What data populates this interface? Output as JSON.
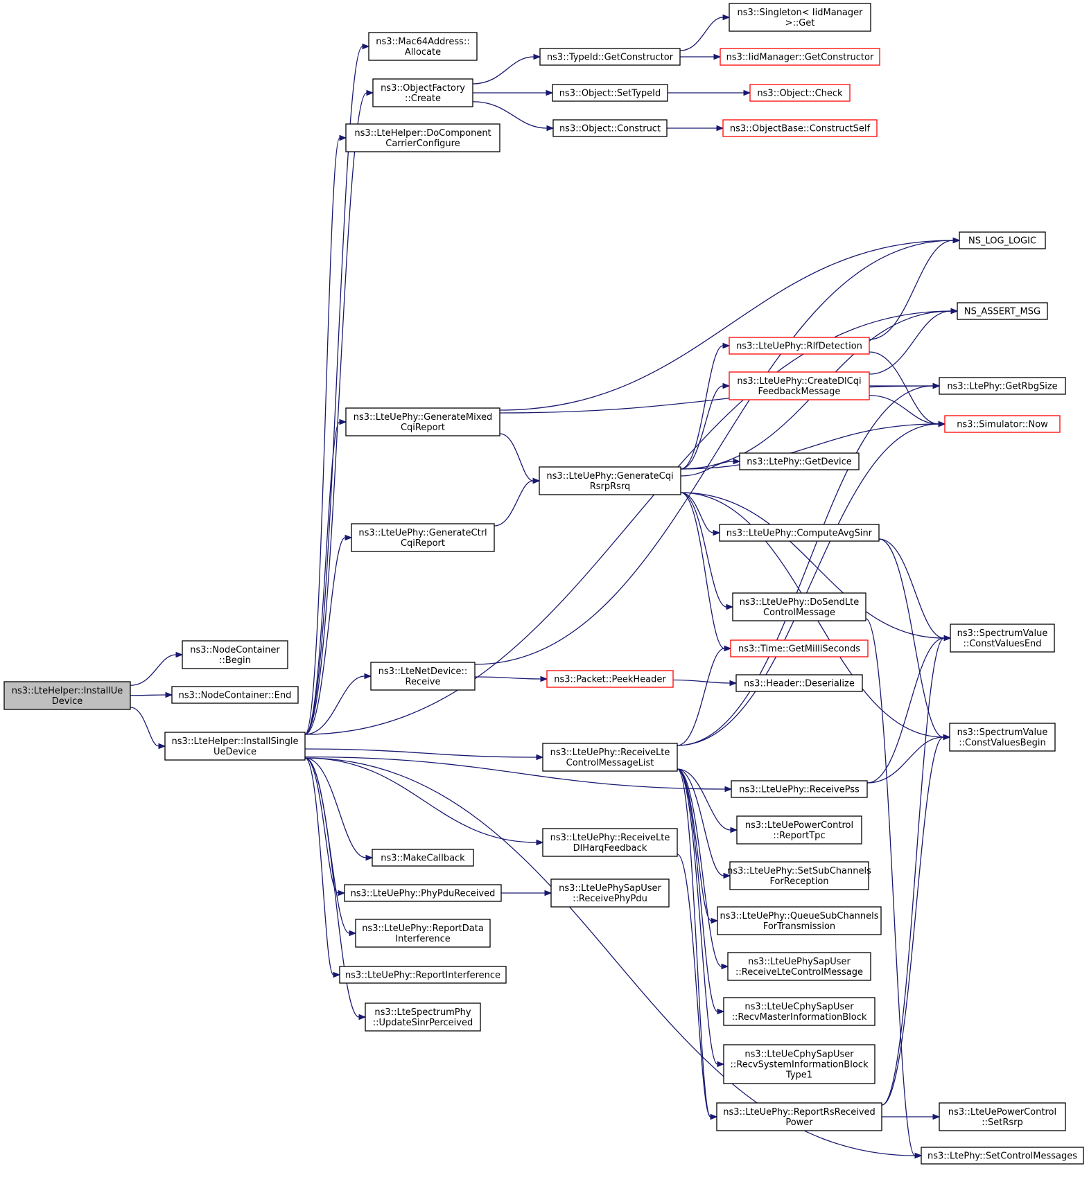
{
  "nodes": [
    {
      "id": "installUe",
      "lines": [
        "ns3::LteHelper::InstallUe",
        "Device"
      ],
      "style": "root"
    },
    {
      "id": "ncBegin",
      "lines": [
        "ns3::NodeContainer",
        "::Begin"
      ]
    },
    {
      "id": "ncEnd",
      "lines": [
        "ns3::NodeContainer::End"
      ]
    },
    {
      "id": "installSingle",
      "lines": [
        "ns3::LteHelper::InstallSingle",
        "UeDevice"
      ]
    },
    {
      "id": "mac64",
      "lines": [
        "ns3::Mac64Address::",
        "Allocate"
      ]
    },
    {
      "id": "ofCreate",
      "lines": [
        "ns3::ObjectFactory",
        "::Create"
      ]
    },
    {
      "id": "doComp",
      "lines": [
        "ns3::LteHelper::DoComponent",
        "CarrierConfigure"
      ]
    },
    {
      "id": "typeIdGetCons",
      "lines": [
        "ns3::TypeId::GetConstructor"
      ]
    },
    {
      "id": "singletonGet",
      "lines": [
        "ns3::Singleton< IidManager",
        " >::Get"
      ]
    },
    {
      "id": "iidGetCons",
      "lines": [
        "ns3::IidManager::GetConstructor"
      ],
      "style": "red"
    },
    {
      "id": "objSetTypeId",
      "lines": [
        "ns3::Object::SetTypeId"
      ]
    },
    {
      "id": "objCheck",
      "lines": [
        "ns3::Object::Check"
      ],
      "style": "red"
    },
    {
      "id": "objConstruct",
      "lines": [
        "ns3::Object::Construct"
      ]
    },
    {
      "id": "objBaseConstruct",
      "lines": [
        "ns3::ObjectBase::ConstructSelf"
      ],
      "style": "red"
    },
    {
      "id": "nsLogLogic",
      "lines": [
        "NS_LOG_LOGIC"
      ]
    },
    {
      "id": "nsAssertMsg",
      "lines": [
        "NS_ASSERT_MSG"
      ]
    },
    {
      "id": "rlfDetection",
      "lines": [
        "ns3::LteUePhy::RlfDetection"
      ],
      "style": "red"
    },
    {
      "id": "createDlCqi",
      "lines": [
        "ns3::LteUePhy::CreateDlCqi",
        "FeedbackMessage"
      ],
      "style": "red"
    },
    {
      "id": "getRbgSize",
      "lines": [
        "ns3::LtePhy::GetRbgSize"
      ]
    },
    {
      "id": "simNow",
      "lines": [
        "ns3::Simulator::Now"
      ],
      "style": "red"
    },
    {
      "id": "genMixedCqi",
      "lines": [
        "ns3::LteUePhy::GenerateMixed",
        "CqiReport"
      ]
    },
    {
      "id": "genCqiRsrp",
      "lines": [
        "ns3::LteUePhy::GenerateCqi",
        "RsrpRsrq"
      ]
    },
    {
      "id": "getDevice",
      "lines": [
        "ns3::LtePhy::GetDevice"
      ]
    },
    {
      "id": "genCtrlCqi",
      "lines": [
        "ns3::LteUePhy::GenerateCtrl",
        "CqiReport"
      ]
    },
    {
      "id": "computeAvgSinr",
      "lines": [
        "ns3::LteUePhy::ComputeAvgSinr"
      ]
    },
    {
      "id": "doSendLte",
      "lines": [
        "ns3::LteUePhy::DoSendLte",
        "ControlMessage"
      ]
    },
    {
      "id": "svEnd",
      "lines": [
        "ns3::SpectrumValue",
        "::ConstValuesEnd"
      ]
    },
    {
      "id": "timeGetMilli",
      "lines": [
        "ns3::Time::GetMilliSeconds"
      ],
      "style": "red"
    },
    {
      "id": "lteNetDevRecv",
      "lines": [
        "ns3::LteNetDevice::",
        "Receive"
      ]
    },
    {
      "id": "pktPeek",
      "lines": [
        "ns3::Packet::PeekHeader"
      ],
      "style": "red"
    },
    {
      "id": "hdrDeser",
      "lines": [
        "ns3::Header::Deserialize"
      ]
    },
    {
      "id": "svBegin",
      "lines": [
        "ns3::SpectrumValue",
        "::ConstValuesBegin"
      ]
    },
    {
      "id": "recvLteCtrlList",
      "lines": [
        "ns3::LteUePhy::ReceiveLte",
        "ControlMessageList"
      ]
    },
    {
      "id": "recvPss",
      "lines": [
        "ns3::LteUePhy::ReceivePss"
      ]
    },
    {
      "id": "reportTpc",
      "lines": [
        "ns3::LteUePowerControl",
        "::ReportTpc"
      ]
    },
    {
      "id": "makeCallback",
      "lines": [
        "ns3::MakeCallback"
      ]
    },
    {
      "id": "recvLteDlHarq",
      "lines": [
        "ns3::LteUePhy::ReceiveLte",
        "DlHarqFeedback"
      ]
    },
    {
      "id": "setSubChRecv",
      "lines": [
        "ns3::LteUePhy::SetSubChannels",
        "ForReception"
      ]
    },
    {
      "id": "phyPduRecv",
      "lines": [
        "ns3::LteUePhy::PhyPduReceived"
      ]
    },
    {
      "id": "sapRecvPhyPdu",
      "lines": [
        "ns3::LteUePhySapUser",
        "::ReceivePhyPdu"
      ]
    },
    {
      "id": "queueSubCh",
      "lines": [
        "ns3::LteUePhy::QueueSubChannels",
        "ForTransmission"
      ]
    },
    {
      "id": "reportDataInt",
      "lines": [
        "ns3::LteUePhy::ReportData",
        "Interference"
      ]
    },
    {
      "id": "sapRecvLteCtrl",
      "lines": [
        "ns3::LteUePhySapUser",
        "::ReceiveLteControlMessage"
      ]
    },
    {
      "id": "reportInt",
      "lines": [
        "ns3::LteUePhy::ReportInterference"
      ]
    },
    {
      "id": "recvMIB",
      "lines": [
        "ns3::LteUeCphySapUser",
        "::RecvMasterInformationBlock"
      ]
    },
    {
      "id": "updateSinr",
      "lines": [
        "ns3::LteSpectrumPhy",
        "::UpdateSinrPerceived"
      ]
    },
    {
      "id": "recvSIB1",
      "lines": [
        "ns3::LteUeCphySapUser",
        "::RecvSystemInformationBlock",
        "Type1"
      ]
    },
    {
      "id": "reportRsPower",
      "lines": [
        "ns3::LteUePhy::ReportRsReceived",
        "Power"
      ]
    },
    {
      "id": "setRsrp",
      "lines": [
        "ns3::LteUePowerControl",
        "::SetRsrp"
      ]
    },
    {
      "id": "setCtrlMsgs",
      "lines": [
        "ns3::LtePhy::SetControlMessages"
      ]
    }
  ],
  "edges": [
    [
      "installUe",
      "ncBegin"
    ],
    [
      "installUe",
      "ncEnd"
    ],
    [
      "installUe",
      "installSingle"
    ],
    [
      "installSingle",
      "mac64"
    ],
    [
      "installSingle",
      "ofCreate"
    ],
    [
      "installSingle",
      "doComp"
    ],
    [
      "installSingle",
      "genMixedCqi"
    ],
    [
      "installSingle",
      "genCtrlCqi"
    ],
    [
      "installSingle",
      "lteNetDevRecv"
    ],
    [
      "installSingle",
      "recvLteCtrlList"
    ],
    [
      "installSingle",
      "recvPss"
    ],
    [
      "installSingle",
      "recvLteDlHarq"
    ],
    [
      "installSingle",
      "makeCallback"
    ],
    [
      "installSingle",
      "phyPduRecv"
    ],
    [
      "installSingle",
      "reportDataInt"
    ],
    [
      "installSingle",
      "reportInt"
    ],
    [
      "installSingle",
      "updateSinr"
    ],
    [
      "installSingle",
      "nsAssertMsg"
    ],
    [
      "installSingle",
      "setCtrlMsgs"
    ],
    [
      "ofCreate",
      "typeIdGetCons"
    ],
    [
      "ofCreate",
      "objSetTypeId"
    ],
    [
      "ofCreate",
      "objConstruct"
    ],
    [
      "typeIdGetCons",
      "singletonGet"
    ],
    [
      "typeIdGetCons",
      "iidGetCons"
    ],
    [
      "objSetTypeId",
      "objCheck"
    ],
    [
      "objConstruct",
      "objBaseConstruct"
    ],
    [
      "genMixedCqi",
      "nsLogLogic"
    ],
    [
      "genMixedCqi",
      "getRbgSize"
    ],
    [
      "genMixedCqi",
      "genCqiRsrp"
    ],
    [
      "genCtrlCqi",
      "genCqiRsrp"
    ],
    [
      "genCqiRsrp",
      "nsAssertMsg"
    ],
    [
      "genCqiRsrp",
      "rlfDetection"
    ],
    [
      "genCqiRsrp",
      "createDlCqi"
    ],
    [
      "genCqiRsrp",
      "simNow"
    ],
    [
      "genCqiRsrp",
      "getDevice"
    ],
    [
      "genCqiRsrp",
      "computeAvgSinr"
    ],
    [
      "genCqiRsrp",
      "doSendLte"
    ],
    [
      "genCqiRsrp",
      "timeGetMilli"
    ],
    [
      "genCqiRsrp",
      "svEnd"
    ],
    [
      "genCqiRsrp",
      "svBegin"
    ],
    [
      "rlfDetection",
      "nsLogLogic"
    ],
    [
      "rlfDetection",
      "simNow"
    ],
    [
      "createDlCqi",
      "nsAssertMsg"
    ],
    [
      "createDlCqi",
      "getRbgSize"
    ],
    [
      "createDlCqi",
      "simNow"
    ],
    [
      "computeAvgSinr",
      "svEnd"
    ],
    [
      "computeAvgSinr",
      "svBegin"
    ],
    [
      "doSendLte",
      "setCtrlMsgs"
    ],
    [
      "lteNetDevRecv",
      "nsLogLogic"
    ],
    [
      "lteNetDevRecv",
      "pktPeek"
    ],
    [
      "pktPeek",
      "hdrDeser"
    ],
    [
      "recvLteCtrlList",
      "timeGetMilli"
    ],
    [
      "recvLteCtrlList",
      "getRbgSize"
    ],
    [
      "recvLteCtrlList",
      "simNow"
    ],
    [
      "recvLteCtrlList",
      "reportTpc"
    ],
    [
      "recvLteCtrlList",
      "setSubChRecv"
    ],
    [
      "recvLteCtrlList",
      "queueSubCh"
    ],
    [
      "recvLteCtrlList",
      "sapRecvLteCtrl"
    ],
    [
      "recvLteCtrlList",
      "recvMIB"
    ],
    [
      "recvLteCtrlList",
      "recvSIB1"
    ],
    [
      "recvLteCtrlList",
      "reportRsPower"
    ],
    [
      "recvPss",
      "svEnd"
    ],
    [
      "recvPss",
      "svBegin"
    ],
    [
      "recvLteDlHarq",
      "reportRsPower"
    ],
    [
      "phyPduRecv",
      "sapRecvPhyPdu"
    ],
    [
      "reportRsPower",
      "svEnd"
    ],
    [
      "reportRsPower",
      "svBegin"
    ],
    [
      "reportRsPower",
      "setRsrp"
    ]
  ]
}
